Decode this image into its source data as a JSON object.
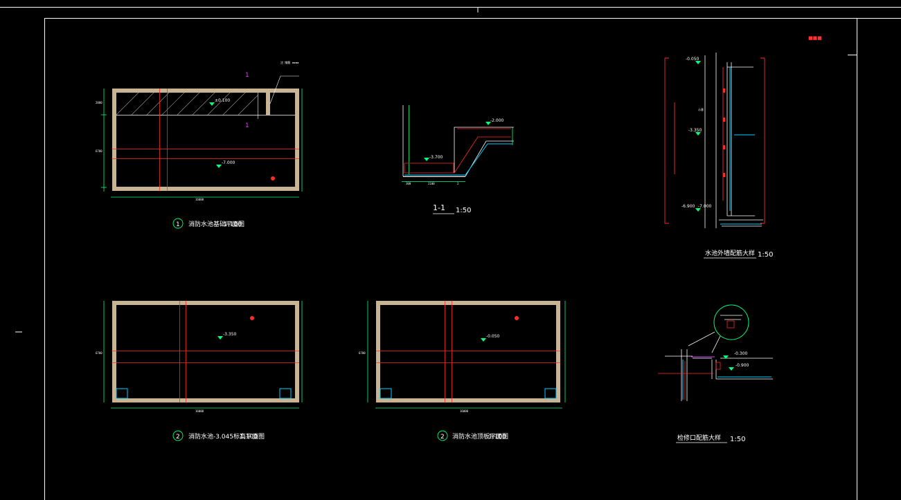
{
  "drawing": {
    "plan1": {
      "num": "1",
      "title": "消防水池基础平面图",
      "scale": "1:100",
      "level_slab": "±0.100",
      "level_bottom": "-7.000",
      "sec_mark": "1",
      "dims": {
        "bottom": "16000",
        "left_top": "2000",
        "left_mid": "6700"
      }
    },
    "section1": {
      "label": "1-1",
      "scale": "1:50",
      "level_top": "-2.000",
      "level_bottom": "-3.700",
      "dims": [
        "300",
        "2100",
        "2"
      ]
    },
    "detail_wall": {
      "title": "水池外墙配筋大样",
      "scale": "1:50",
      "levels": [
        "-0.050",
        "-3.350",
        "-6.900",
        "-7.000"
      ],
      "mark": "示意"
    },
    "plan2": {
      "num": "2",
      "title": "消防水池-3.045标高平面图",
      "scale": "1:100",
      "level": "-3.350",
      "dims": {
        "bottom": "16000",
        "side": "6700"
      }
    },
    "plan3": {
      "num": "2",
      "title": "消防水池顶板平面图",
      "scale": "1:100",
      "level": "-0.050",
      "dims": {
        "bottom": "16000",
        "side": "6700"
      }
    },
    "detail_hatch": {
      "title": "检修口配筋大样",
      "scale": "1:50",
      "levels": [
        "-0.300",
        "-0.900"
      ]
    }
  },
  "colors": {
    "background": "#000000",
    "wall": "#c8b493",
    "dim": "#00ff80",
    "axis": "#ff2a2a",
    "text_yellow": "#ffe100",
    "cyan": "#00d0ff",
    "frame": "#ffffff"
  }
}
